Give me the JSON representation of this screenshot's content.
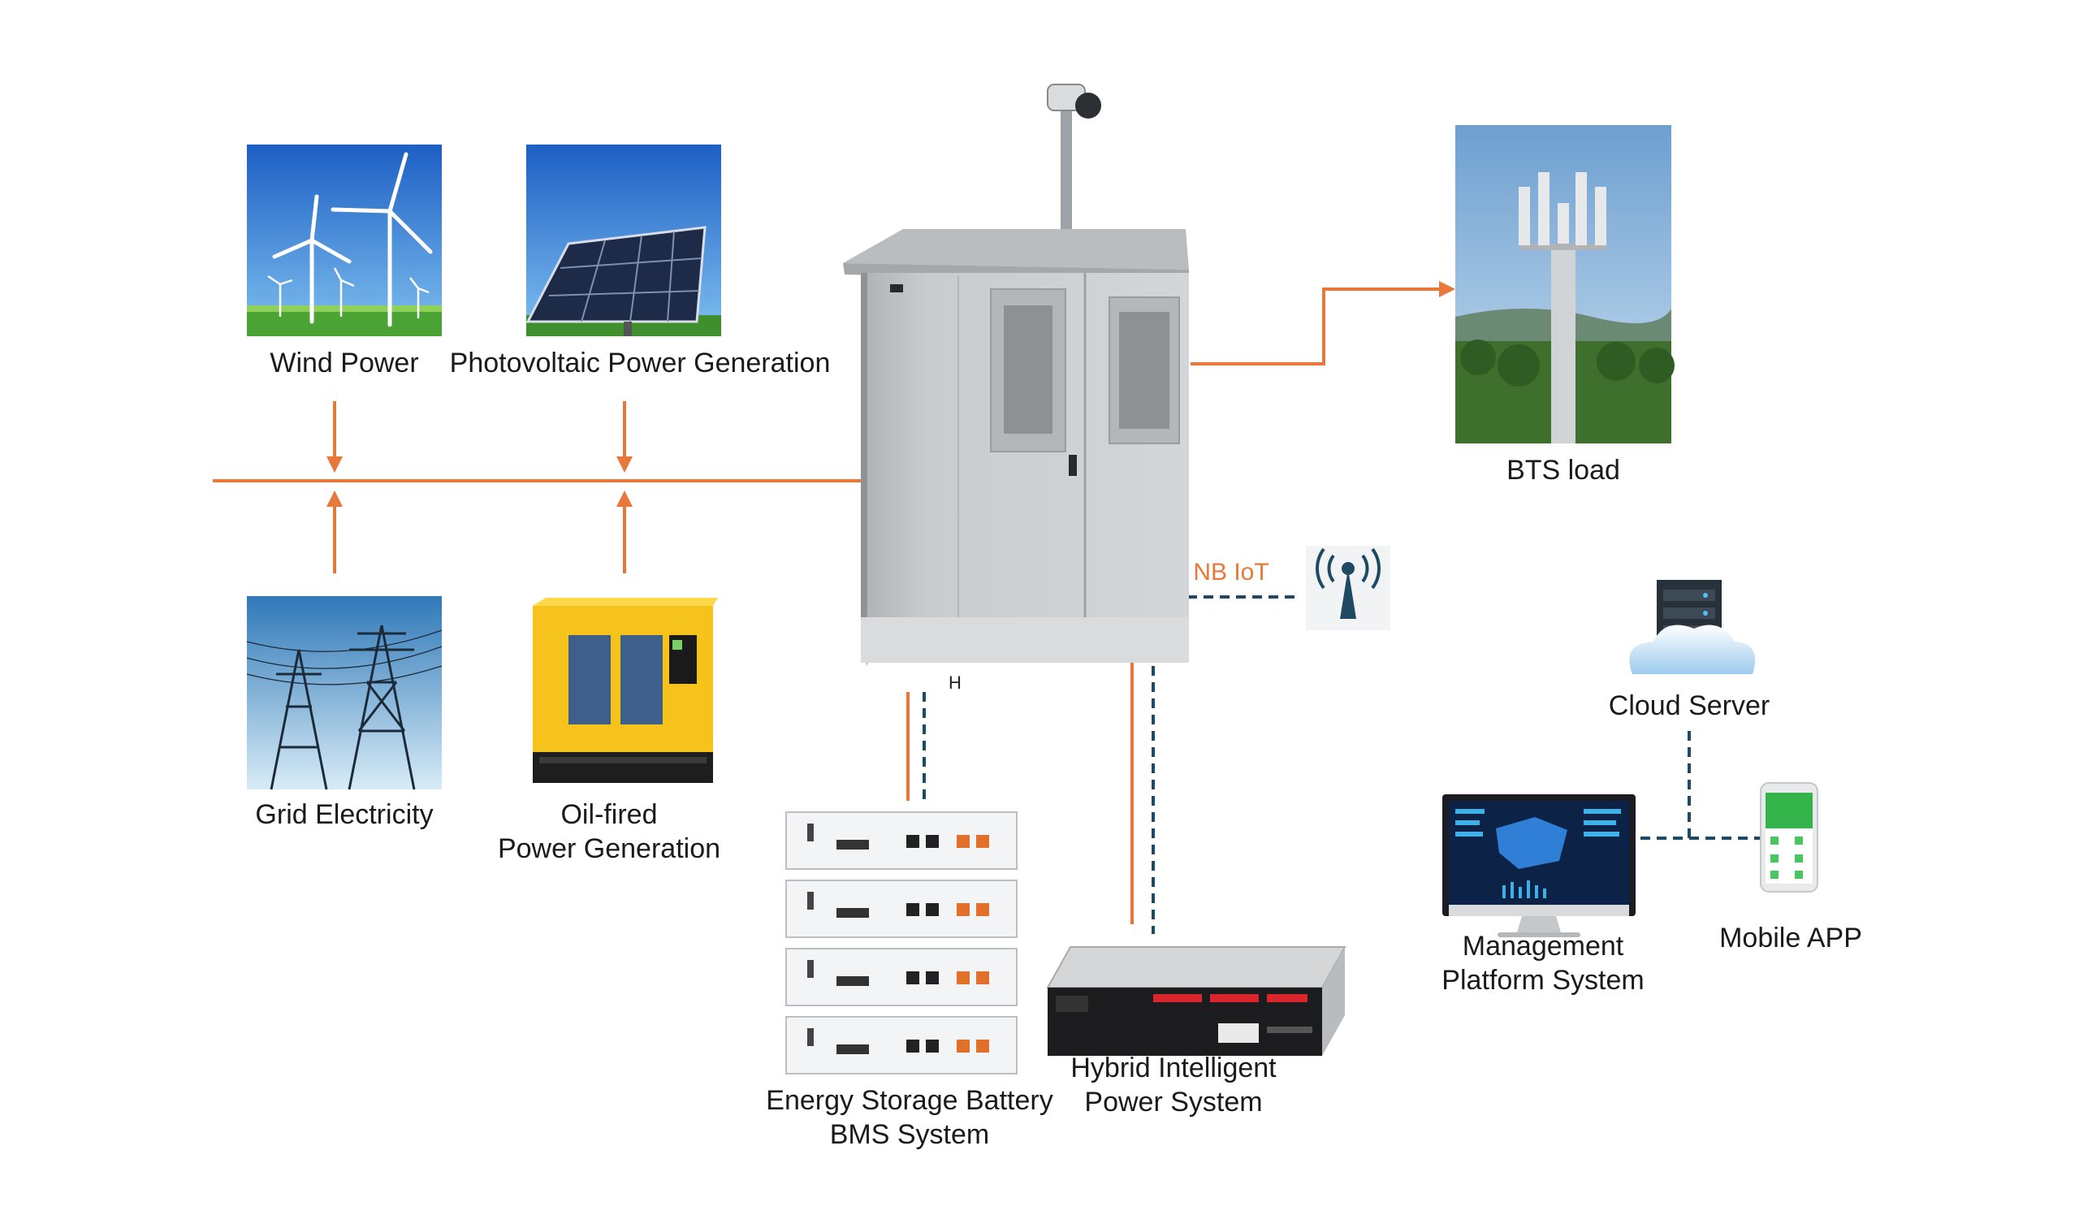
{
  "labels": {
    "wind": "Wind Power",
    "pv": "Photovoltaic Power Generation",
    "grid": "Grid Electricity",
    "oil_line1": "Oil-fired",
    "oil_line2": "Power Generation",
    "bts": "BTS load",
    "nbiot": "NB IoT",
    "cloud": "Cloud Server",
    "mgmt_line1": "Management",
    "mgmt_line2": "Platform System",
    "mobile": "Mobile APP",
    "battery_line1": "Energy Storage Battery",
    "battery_line2": "BMS System",
    "hybrid_line1": "Hybrid Intelligent",
    "hybrid_line2": "Power System"
  },
  "colors": {
    "power_line": "#e8783a",
    "data_line": "#1f4a63",
    "cabinet": "#c9ccce",
    "sky": "#2f7fd6"
  },
  "icons": [
    "wind-turbine-icon",
    "solar-panel-icon",
    "transmission-tower-icon",
    "generator-icon",
    "cell-tower-icon",
    "antenna-icon",
    "cloud-server-icon",
    "monitor-icon",
    "smartphone-icon",
    "battery-rack-icon",
    "power-unit-icon",
    "camera-icon"
  ]
}
